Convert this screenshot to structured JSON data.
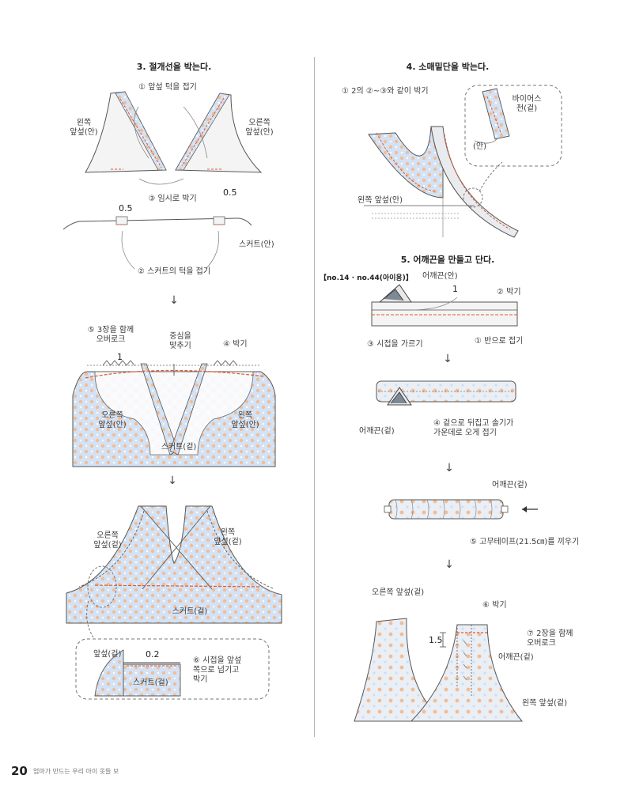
{
  "page": {
    "number": "20",
    "footer": "엄마가 만드는 우리 아이 옷들 보"
  },
  "step3": {
    "heading": "3. 절개선을 박는다.",
    "fold_bodice": "① 앞섶 턱을 접기",
    "left_bodice": "왼쪽\n앞섶(안)",
    "right_bodice": "오른쪽\n앞섶(안)",
    "baste": "③ 임시로 박기",
    "seam_a": "0.5",
    "seam_b": "0.5",
    "skirt_in": "스커트(안)",
    "fold_skirt": "② 스커트의 턱을 접기",
    "overlock": "⑤ 3장을 함께\n오버로크",
    "match_center": "중심을\n맞추기",
    "sew": "④ 박기",
    "seam_1": "1",
    "right_bodice_in": "오른쪽\n앞섶(안)",
    "left_bodice_in": "왼쪽\n앞섶(안)",
    "skirt_out_1": "스커트(겉)",
    "right_bodice_out": "오른쪽\n앞섶(겉)",
    "left_bodice_out": "왼쪽\n앞섶(겉)",
    "skirt_out_2": "스커트(겉)",
    "detail_bodice": "앞섶(겉)",
    "detail_seam": "0.2",
    "detail_skirt": "스커트(겉)",
    "detail_note": "⑥ 시접을 앞섶\n쪽으로 넘기고\n박기"
  },
  "step4": {
    "heading": "4. 소매밑단을 박는다.",
    "note": "① 2의 ②~③와 같이 박기",
    "bias": "바이어스\n천(겉)",
    "inside": "(안)",
    "left_bodice": "왼쪽 앞섶(안)"
  },
  "step5": {
    "heading": "5. 어깨끈을 만들고 단다.",
    "tag": "【no.14 · no.44(아이용)】",
    "strap_in": "어깨끈(안)",
    "seam_1": "1",
    "sew": "② 박기",
    "trim": "③ 시접을 가르기",
    "fold_half": "① 반으로 접기",
    "strap_out_a": "어깨끈(겉)",
    "turn_out": "④ 겉으로 뒤집고 솔기가\n가운데로 오게 접기",
    "strap_out_b": "어깨끈(겉)",
    "elastic": "⑤ 고무테이프(21.5㎝)를 끼우기",
    "right_bodice": "오른쪽 앞섶(겉)",
    "sew_final": "⑥ 박기",
    "seam_15": "1.5",
    "overlock": "⑦ 2장을 함께\n오버로크",
    "strap_out_c": "어깨끈(겉)",
    "left_bodice": "왼쪽 앞섶(겉)"
  },
  "colors": {
    "fabric": "#cfdff2",
    "dot": "#f0b88e",
    "stitch": "#e2582f",
    "line": "#555555"
  }
}
